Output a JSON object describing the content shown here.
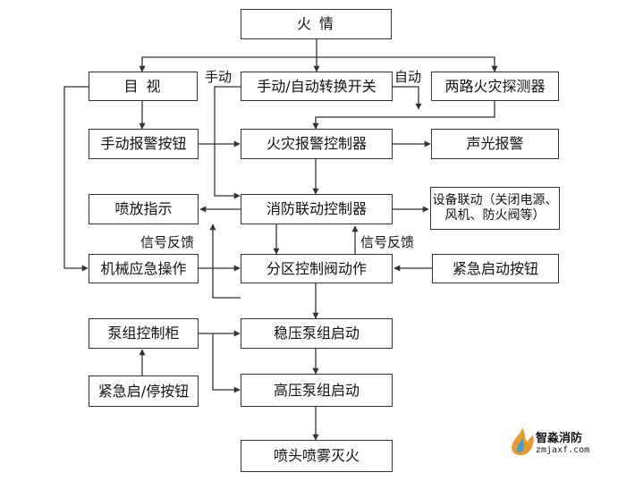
{
  "nodes": {
    "fire": "火 情",
    "eye": "目  视",
    "switch": "手动/自动转换开关",
    "detector": "两路火灾探测器",
    "manual_alarm_button": "手动报警按钮",
    "fire_alarm_controller": "火灾报警控制器",
    "sound_light_alarm": "声光报警",
    "spray_indicator": "喷放指示",
    "linkage_controller": "消防联动控制器",
    "equipment_linkage_line1": "设备联动（关闭电源、",
    "equipment_linkage_line2": "风机、防火阀等）",
    "mechanical_emergency": "机械应急操作",
    "zone_valve": "分区控制阀动作",
    "emergency_start_button": "紧急启动按钮",
    "pump_cabinet": "泵组控制柜",
    "stabilizer_pump": "稳压泵组启动",
    "emergency_start_stop": "紧急启/停按钮",
    "high_pressure_pump": "高压泵组启动",
    "spray_mist": "喷头喷雾灭火"
  },
  "edge_labels": {
    "manual": "手动",
    "auto": "自动",
    "feedback_left": "信号反馈",
    "feedback_right": "信号反馈"
  },
  "watermark": {
    "brand": "智淼消防",
    "url": "zmjaxf.com"
  }
}
